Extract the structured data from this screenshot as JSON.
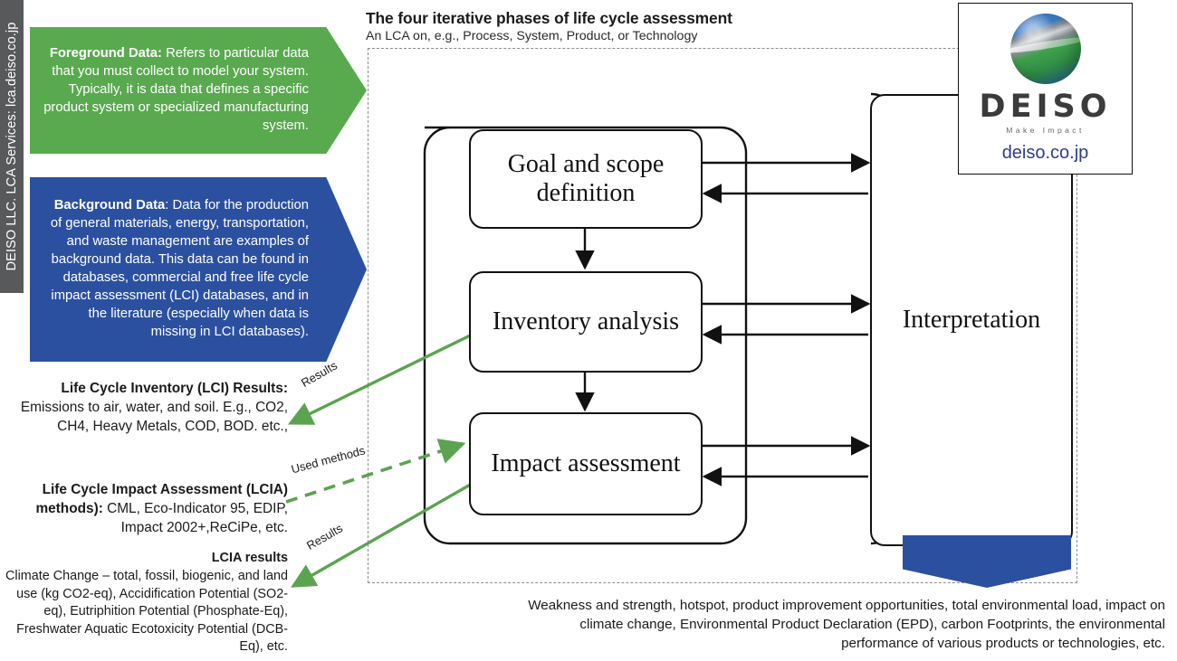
{
  "sidebar": {
    "vertical_text": "DEISO LLC. LCA Services: lca.deiso.co.jp"
  },
  "banners": {
    "foreground": {
      "title": "Foreground Data:",
      "body": " Refers to particular data that you must collect to model your system. Typically, it is data that defines a specific product system or specialized manufacturing system.",
      "color": "#59a94f"
    },
    "background": {
      "title": "Background  Data",
      "body": ": Data for the production of general materials, energy, transportation, and waste management are examples of background data. This data can be found in databases, commercial and free life cycle impact assessment (LCI) databases,  and in the literature (especially when data is missing in LCI databases).",
      "color": "#2c50a0"
    }
  },
  "captions": {
    "lci_results": {
      "title": "Life Cycle Inventory (LCI) Results:",
      "body": " Emissions to air, water, and soil. E.g., CO2, CH4, Heavy Metals, COD, BOD. etc.,"
    },
    "lcia_methods": {
      "title": "Life Cycle Impact Assessment (LCIA) methods):",
      "body": " CML, Eco-Indicator 95, EDIP, Impact 2002+,ReCiPe, etc."
    },
    "lcia_results": {
      "title": "LCIA results",
      "body": "Climate Change – total, fossil, biogenic, and land use (kg CO2-eq), Accidification Potential (SO2-eq), Eutriphition Potential (Phosphate-Eq), Freshwater Aquatic Ecotoxicity Potential  (DCB-Eq), etc."
    }
  },
  "header": {
    "title": "The four iterative phases of life cycle assessment",
    "subtitle": "An LCA on, e.g., Process, System, Product, or Technology"
  },
  "diagram": {
    "boxes": {
      "goal": "Goal and scope definition",
      "inventory": "Inventory analysis",
      "impact": "Impact assessment",
      "interpretation": "Interpretation"
    },
    "arrow_labels": {
      "results_lci": "Results",
      "used_methods": "Used methods",
      "results_lcia": "Results"
    },
    "accent_green": "#59a94f",
    "accent_blue": "#2c50a0"
  },
  "logo": {
    "wordmark": "DEISO",
    "tagline": "Make Impact",
    "url": "deiso.co.jp"
  },
  "footer": {
    "text": "Weakness and strength, hotspot, product improvement opportunities, total environmental load, impact on climate change, Environmental Product Declaration (EPD), carbon Footprints, the environmental performance of various products or technologies, etc."
  }
}
